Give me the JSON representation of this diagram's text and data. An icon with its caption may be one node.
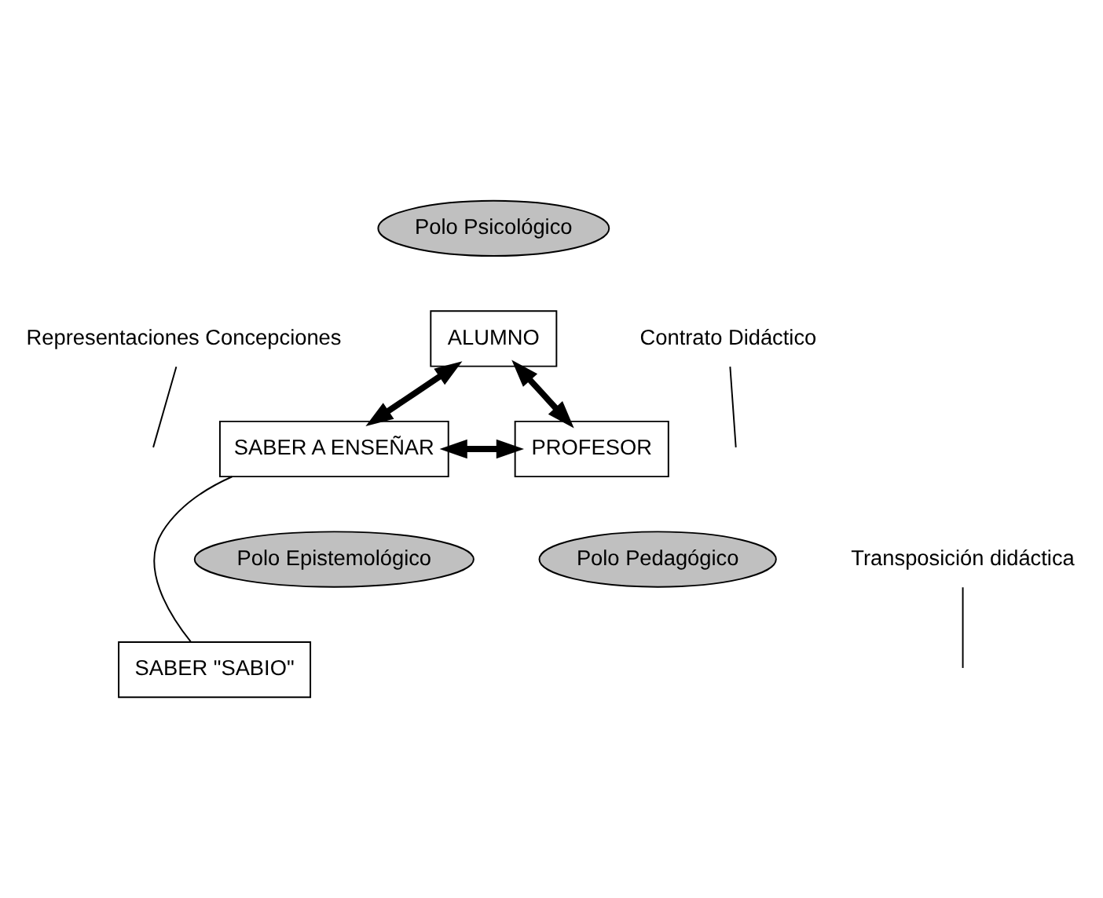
{
  "diagram": {
    "nodes": [
      {
        "text": [
          "Polo Psicológico"
        ]
      },
      {
        "text": [
          "ALUMNO"
        ]
      },
      {
        "text": [
          "SABER A ENSEÑAR"
        ]
      },
      {
        "text": [
          "PROFESOR"
        ]
      },
      {
        "text": [
          "Polo Epistemológico"
        ]
      },
      {
        "text": [
          "Polo Pedagógico"
        ]
      },
      {
        "text": [
          "SABER \"SABIO\""
        ]
      },
      {
        "text": [
          "Representaciones Concepciones"
        ]
      },
      {
        "text": [
          "Contrato Didáctico"
        ]
      },
      {
        "text": [
          "Transposición didáctica"
        ]
      }
    ],
    "edges": [
      {
        "from": 1,
        "to": 2,
        "arrow": "both",
        "style": "thick"
      },
      {
        "from": 1,
        "to": 3,
        "arrow": "both",
        "style": "thick"
      },
      {
        "from": 2,
        "to": 3,
        "arrow": "both",
        "style": "thick"
      },
      {
        "from": 2,
        "to": 6,
        "arrow": "none"
      },
      {
        "from": 7,
        "to": null,
        "arrow": "none"
      },
      {
        "from": 8,
        "to": null,
        "arrow": "none"
      },
      {
        "from": 9,
        "to": null,
        "arrow": "none"
      }
    ]
  }
}
